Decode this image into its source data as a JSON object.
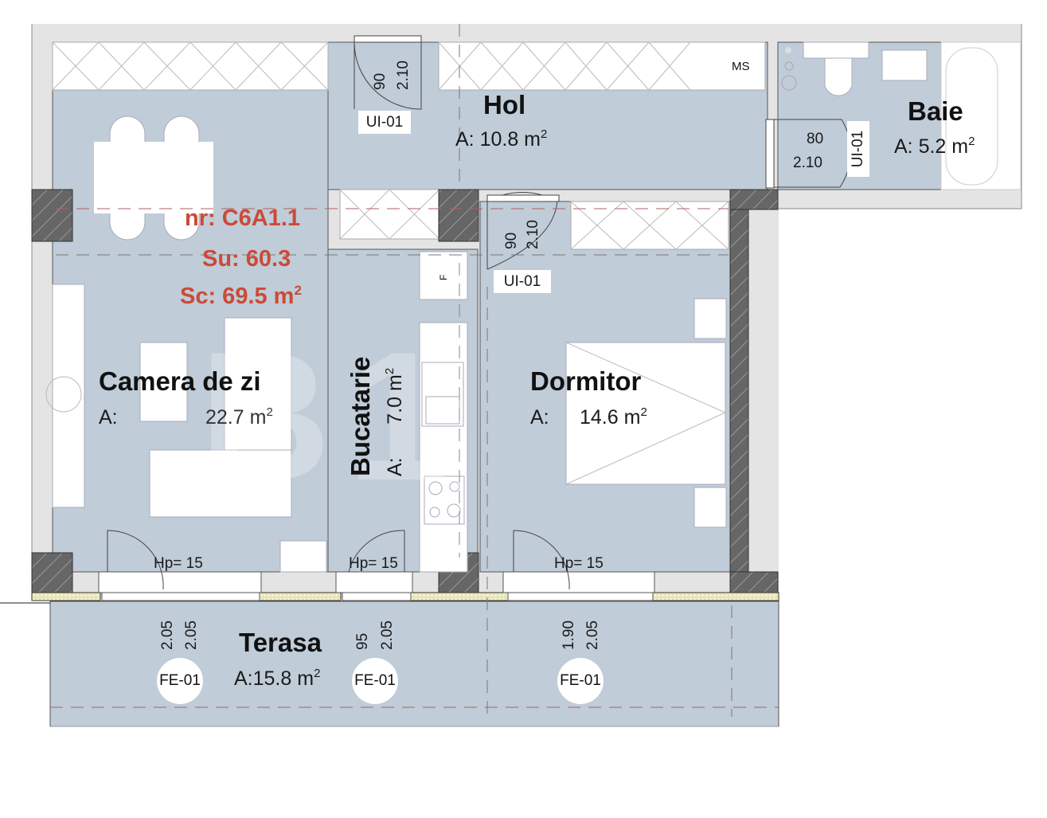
{
  "plan": {
    "apartment": {
      "nr_label": "nr: C6A1.1",
      "su_label": "Su: 60.3",
      "sc_label": "Sc: 69.5 m",
      "sc_sup": "2"
    },
    "watermark": "B1",
    "rooms": [
      {
        "name": "Hol",
        "area_prefix": "A:",
        "area_value": "10.8 m",
        "sup": "2"
      },
      {
        "name": "Baie",
        "area_prefix": "A:",
        "area_value": "5.2 m",
        "sup": "2"
      },
      {
        "name": "Camera de zi",
        "area_prefix": "A:",
        "area_value": "22.7 m",
        "sup": "2"
      },
      {
        "name": "Bucatarie",
        "area_prefix": "A:",
        "area_value": "7.0 m",
        "sup": "2"
      },
      {
        "name": "Dormitor",
        "area_prefix": "A:",
        "area_value": "14.6 m",
        "sup": "2"
      },
      {
        "name": "Terasa",
        "area_prefix": "A:",
        "area_value": "15.8 m",
        "sup": "2"
      }
    ],
    "doors": [
      {
        "tag": "UI-01",
        "width": "90",
        "height": "2.10",
        "location": "entrance-hol"
      },
      {
        "tag": "UI-01",
        "width": "90",
        "height": "2.10",
        "location": "dormitor"
      },
      {
        "tag": "UI-01",
        "width": "80",
        "height": "2.10",
        "location": "baie"
      }
    ],
    "windows": [
      {
        "tag": "FE-01",
        "hp": "Hp= 15",
        "width": "2.05",
        "height": "2.05",
        "location": "camera-de-zi"
      },
      {
        "tag": "FE-01",
        "hp": "Hp= 15",
        "width": "95",
        "height": "2.05",
        "location": "bucatarie"
      },
      {
        "tag": "FE-01",
        "hp": "Hp= 15",
        "width": "1.90",
        "height": "2.05",
        "location": "dormitor"
      }
    ],
    "fixtures": {
      "ms_label": "MS",
      "fridge_label": "F"
    },
    "colors": {
      "floor": "#c0ccd8",
      "wall_light": "#e4e4e4",
      "wall_structural": "#666666",
      "summary_text": "#cc4a37",
      "insulation": "#e8e4b8"
    }
  }
}
